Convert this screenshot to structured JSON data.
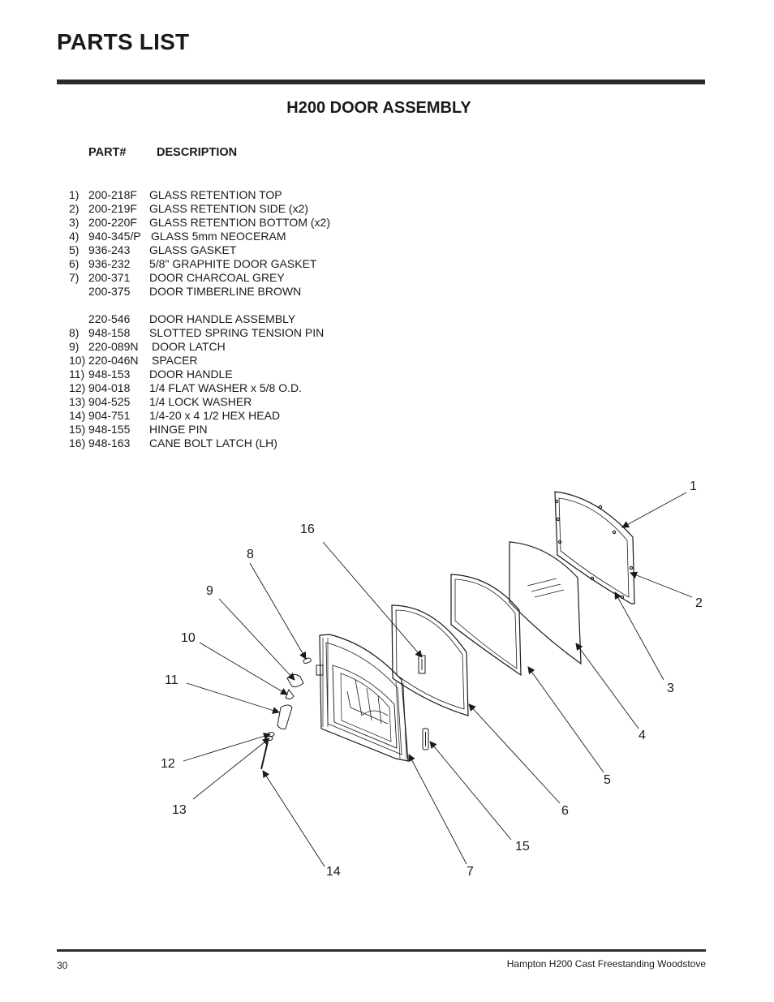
{
  "header": {
    "page_title": "PARTS LIST",
    "section_title": "H200 DOOR ASSEMBLY",
    "col_part": "PART#",
    "col_description": "DESCRIPTION"
  },
  "parts": [
    {
      "num": "1)",
      "part": "200-218F",
      "description": "GLASS RETENTION TOP"
    },
    {
      "num": "2)",
      "part": "200-219F",
      "description": "GLASS RETENTION SIDE (x2)"
    },
    {
      "num": "3)",
      "part": "200-220F",
      "description": "GLASS RETENTION BOTTOM (x2)"
    },
    {
      "num": "4)",
      "part": "940-345/P",
      "description": "GLASS 5mm NEOCERAM"
    },
    {
      "num": "5)",
      "part": "936-243",
      "description": "GLASS GASKET"
    },
    {
      "num": "6)",
      "part": "936-232",
      "description": "5/8\" GRAPHITE DOOR GASKET"
    },
    {
      "num": "7)",
      "part": "200-371",
      "description": "DOOR CHARCOAL GREY"
    },
    {
      "num": "",
      "part": "200-375",
      "description": "DOOR TIMBERLINE BROWN"
    },
    {
      "num": "",
      "part": "220-546",
      "description": "DOOR HANDLE ASSEMBLY"
    },
    {
      "num": "8)",
      "part": "948-158",
      "description": "SLOTTED SPRING TENSION PIN"
    },
    {
      "num": "9)",
      "part": "220-089N",
      "description": "DOOR LATCH"
    },
    {
      "num": "10)",
      "part": "220-046N",
      "description": "SPACER"
    },
    {
      "num": "11)",
      "part": "948-153",
      "description": "DOOR HANDLE"
    },
    {
      "num": "12)",
      "part": "904-018",
      "description": "1/4 FLAT WASHER x 5/8 O.D."
    },
    {
      "num": "13)",
      "part": "904-525",
      "description": "1/4 LOCK WASHER"
    },
    {
      "num": "14)",
      "part": "904-751",
      "description": "1/4-20 x 4 1/2 HEX HEAD"
    },
    {
      "num": "15)",
      "part": "948-155",
      "description": "HINGE PIN"
    },
    {
      "num": "16)",
      "part": "948-163",
      "description": "CANE BOLT LATCH (LH)"
    }
  ],
  "diagram": {
    "callouts": [
      "1",
      "2",
      "3",
      "4",
      "5",
      "6",
      "7",
      "8",
      "9",
      "10",
      "11",
      "12",
      "13",
      "14",
      "15",
      "16"
    ]
  },
  "footer": {
    "page_number": "30",
    "document_title": "Hampton H200 Cast Freestanding Woodstove"
  }
}
